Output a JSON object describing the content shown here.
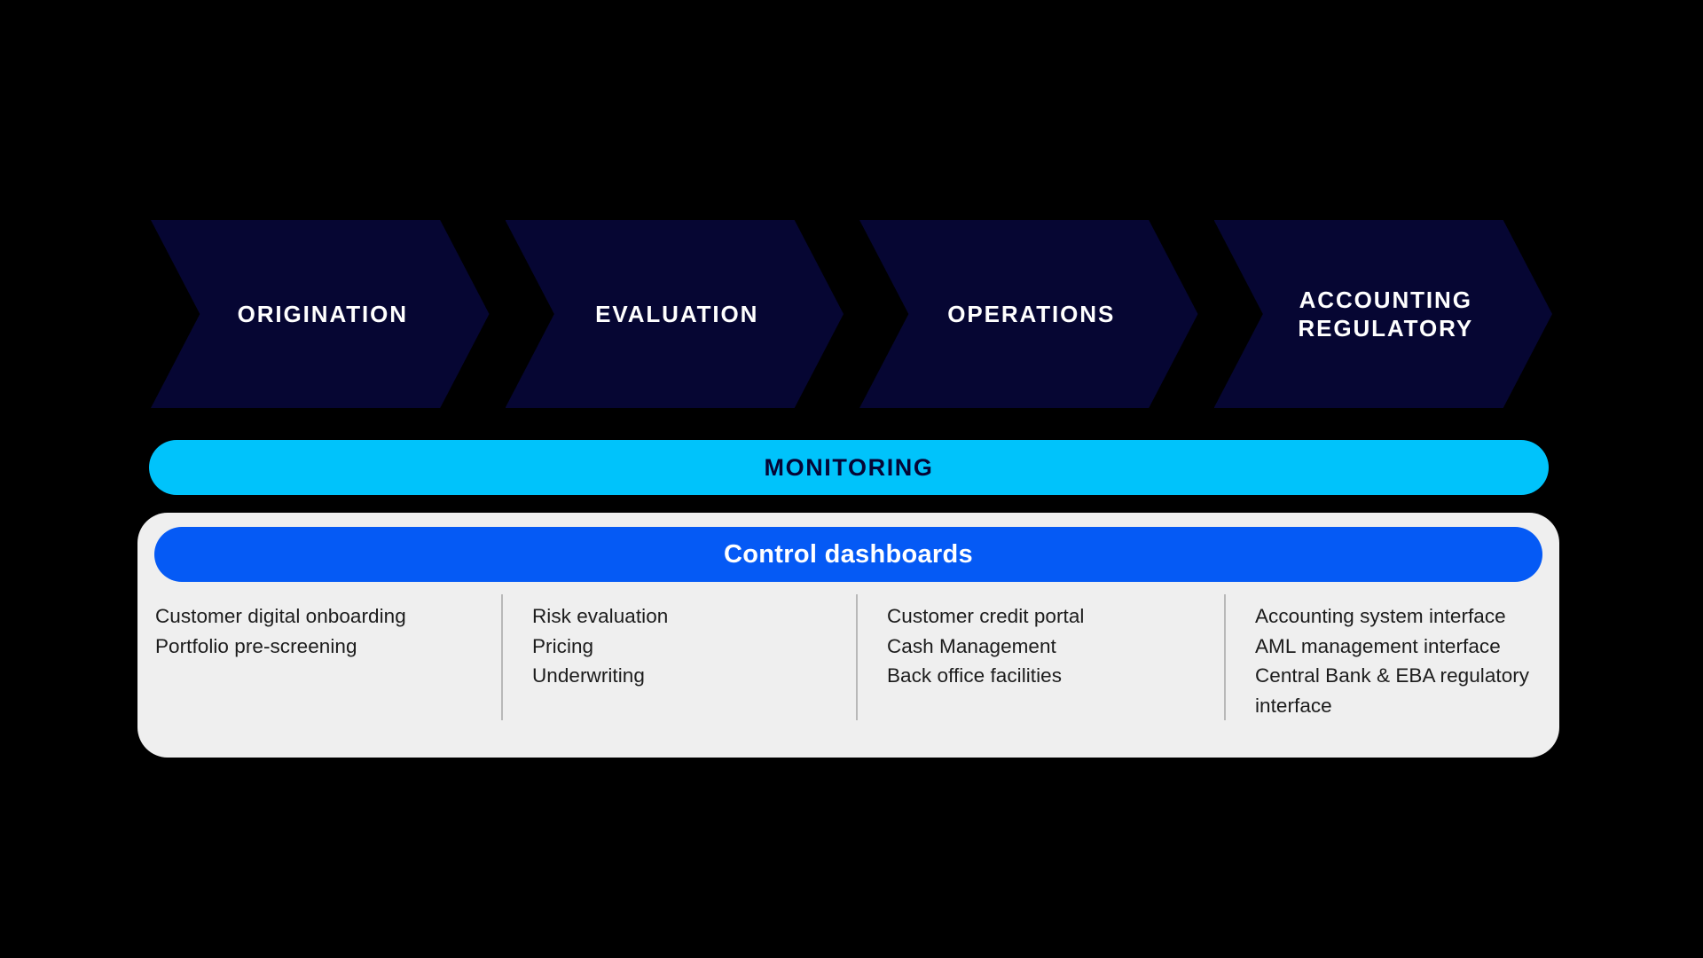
{
  "theme": {
    "background": "#000000",
    "chevron_fill": "#060633",
    "chevron_text": "#FFFFFF",
    "monitoring_fill": "#00C3FB",
    "monitoring_text": "#050535",
    "panel_fill": "#EFEFEF",
    "control_fill": "#055AF5",
    "control_text": "#FFFFFF",
    "column_text": "#1C1C1C",
    "divider": "#B8B8B8"
  },
  "process": {
    "stages": [
      {
        "label": "ORIGINATION"
      },
      {
        "label": "EVALUATION"
      },
      {
        "label": "OPERATIONS"
      },
      {
        "label": "ACCOUNTING\nREGULATORY"
      }
    ]
  },
  "monitoring": {
    "label": "MONITORING"
  },
  "control": {
    "label": "Control dashboards",
    "columns": [
      {
        "items": [
          "Customer digital onboarding",
          "Portfolio pre-screening"
        ]
      },
      {
        "items": [
          "Risk evaluation",
          "Pricing",
          "Underwriting"
        ]
      },
      {
        "items": [
          "Customer credit portal",
          "Cash Management",
          "Back office facilities"
        ]
      },
      {
        "items": [
          "Accounting system interface",
          "AML management interface",
          "Central Bank & EBA regulatory interface"
        ]
      }
    ]
  }
}
